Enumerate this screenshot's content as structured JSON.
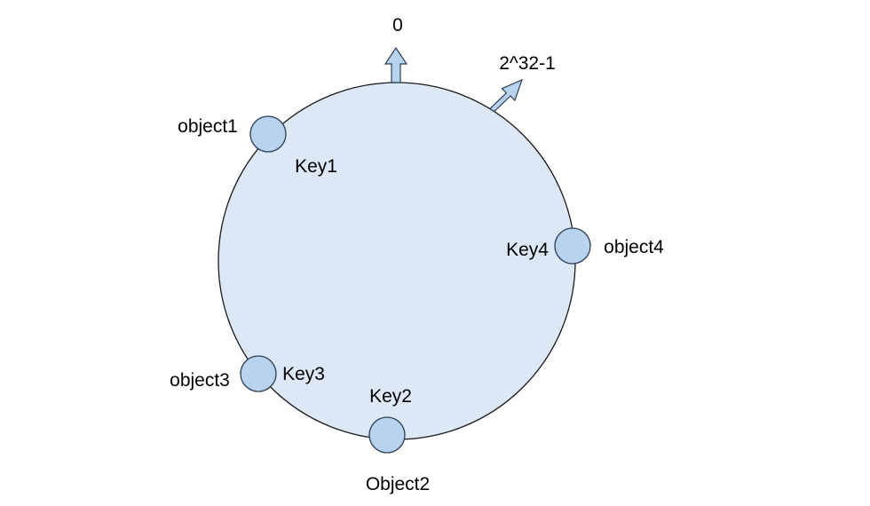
{
  "ring": {
    "start_label": "0",
    "end_label": "2^32-1",
    "fill_color": "#dce8f5",
    "stroke_color": "#1a1a1a"
  },
  "nodes": {
    "fill_color": "#b8d3ee",
    "stroke_color": "#2c3e55",
    "arrow_fill_color": "#b8d3ee",
    "arrow_stroke_color": "#2c3e55"
  },
  "keys": [
    {
      "key_label": "Key1",
      "object_label": "object1"
    },
    {
      "key_label": "Key2",
      "object_label": "Object2"
    },
    {
      "key_label": "Key3",
      "object_label": "object3"
    },
    {
      "key_label": "Key4",
      "object_label": "object4"
    }
  ]
}
